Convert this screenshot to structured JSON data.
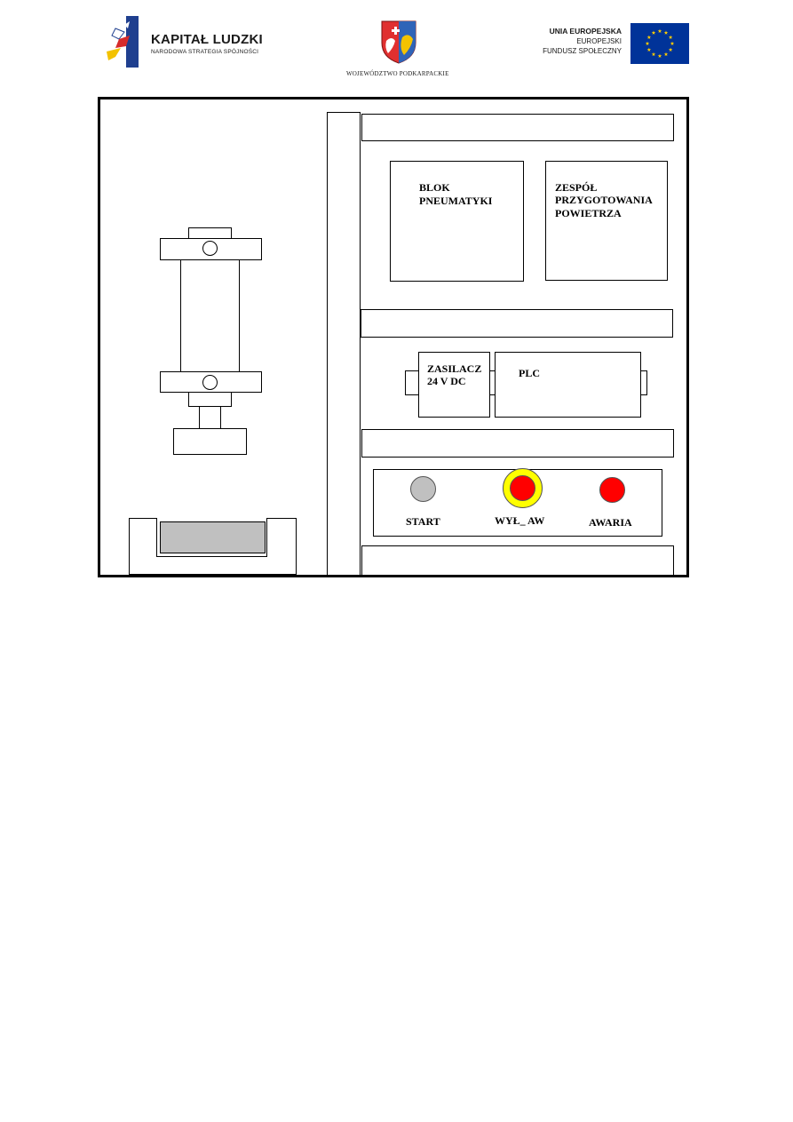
{
  "header": {
    "kapital_title": "KAPITAŁ LUDZKI",
    "kapital_subtitle": "NARODOWA STRATEGIA SPÓJNOŚCI",
    "wojewodztwo": "WOJEWÓDZTWO PODKARPACKIE",
    "eu_line1": "UNIA EUROPEJSKA",
    "eu_line2": "EUROPEJSKI",
    "eu_line3": "FUNDUSZ SPOŁECZNY"
  },
  "diagram": {
    "blok_line1": "BLOK",
    "blok_line2": "PNEUMATYKI",
    "zespol_line1": "ZESPÓŁ",
    "zespol_line2": "PRZYGOTOWANIA",
    "zespol_line3": "POWIETRZA",
    "zasilacz_line1": "ZASILACZ",
    "zasilacz_line2": "24 V DC",
    "plc": "PLC",
    "start": "START",
    "wyl": "WYŁ_ AW",
    "awaria": "AWARIA"
  },
  "colors": {
    "start_button": "#c0c0c0",
    "emergency_ring": "#ffff00",
    "emergency_center": "#ff0000",
    "alarm_lamp": "#ff0000",
    "workpiece": "#c0c0c0",
    "eu_blue": "#003399",
    "eu_star": "#ffcc00"
  }
}
